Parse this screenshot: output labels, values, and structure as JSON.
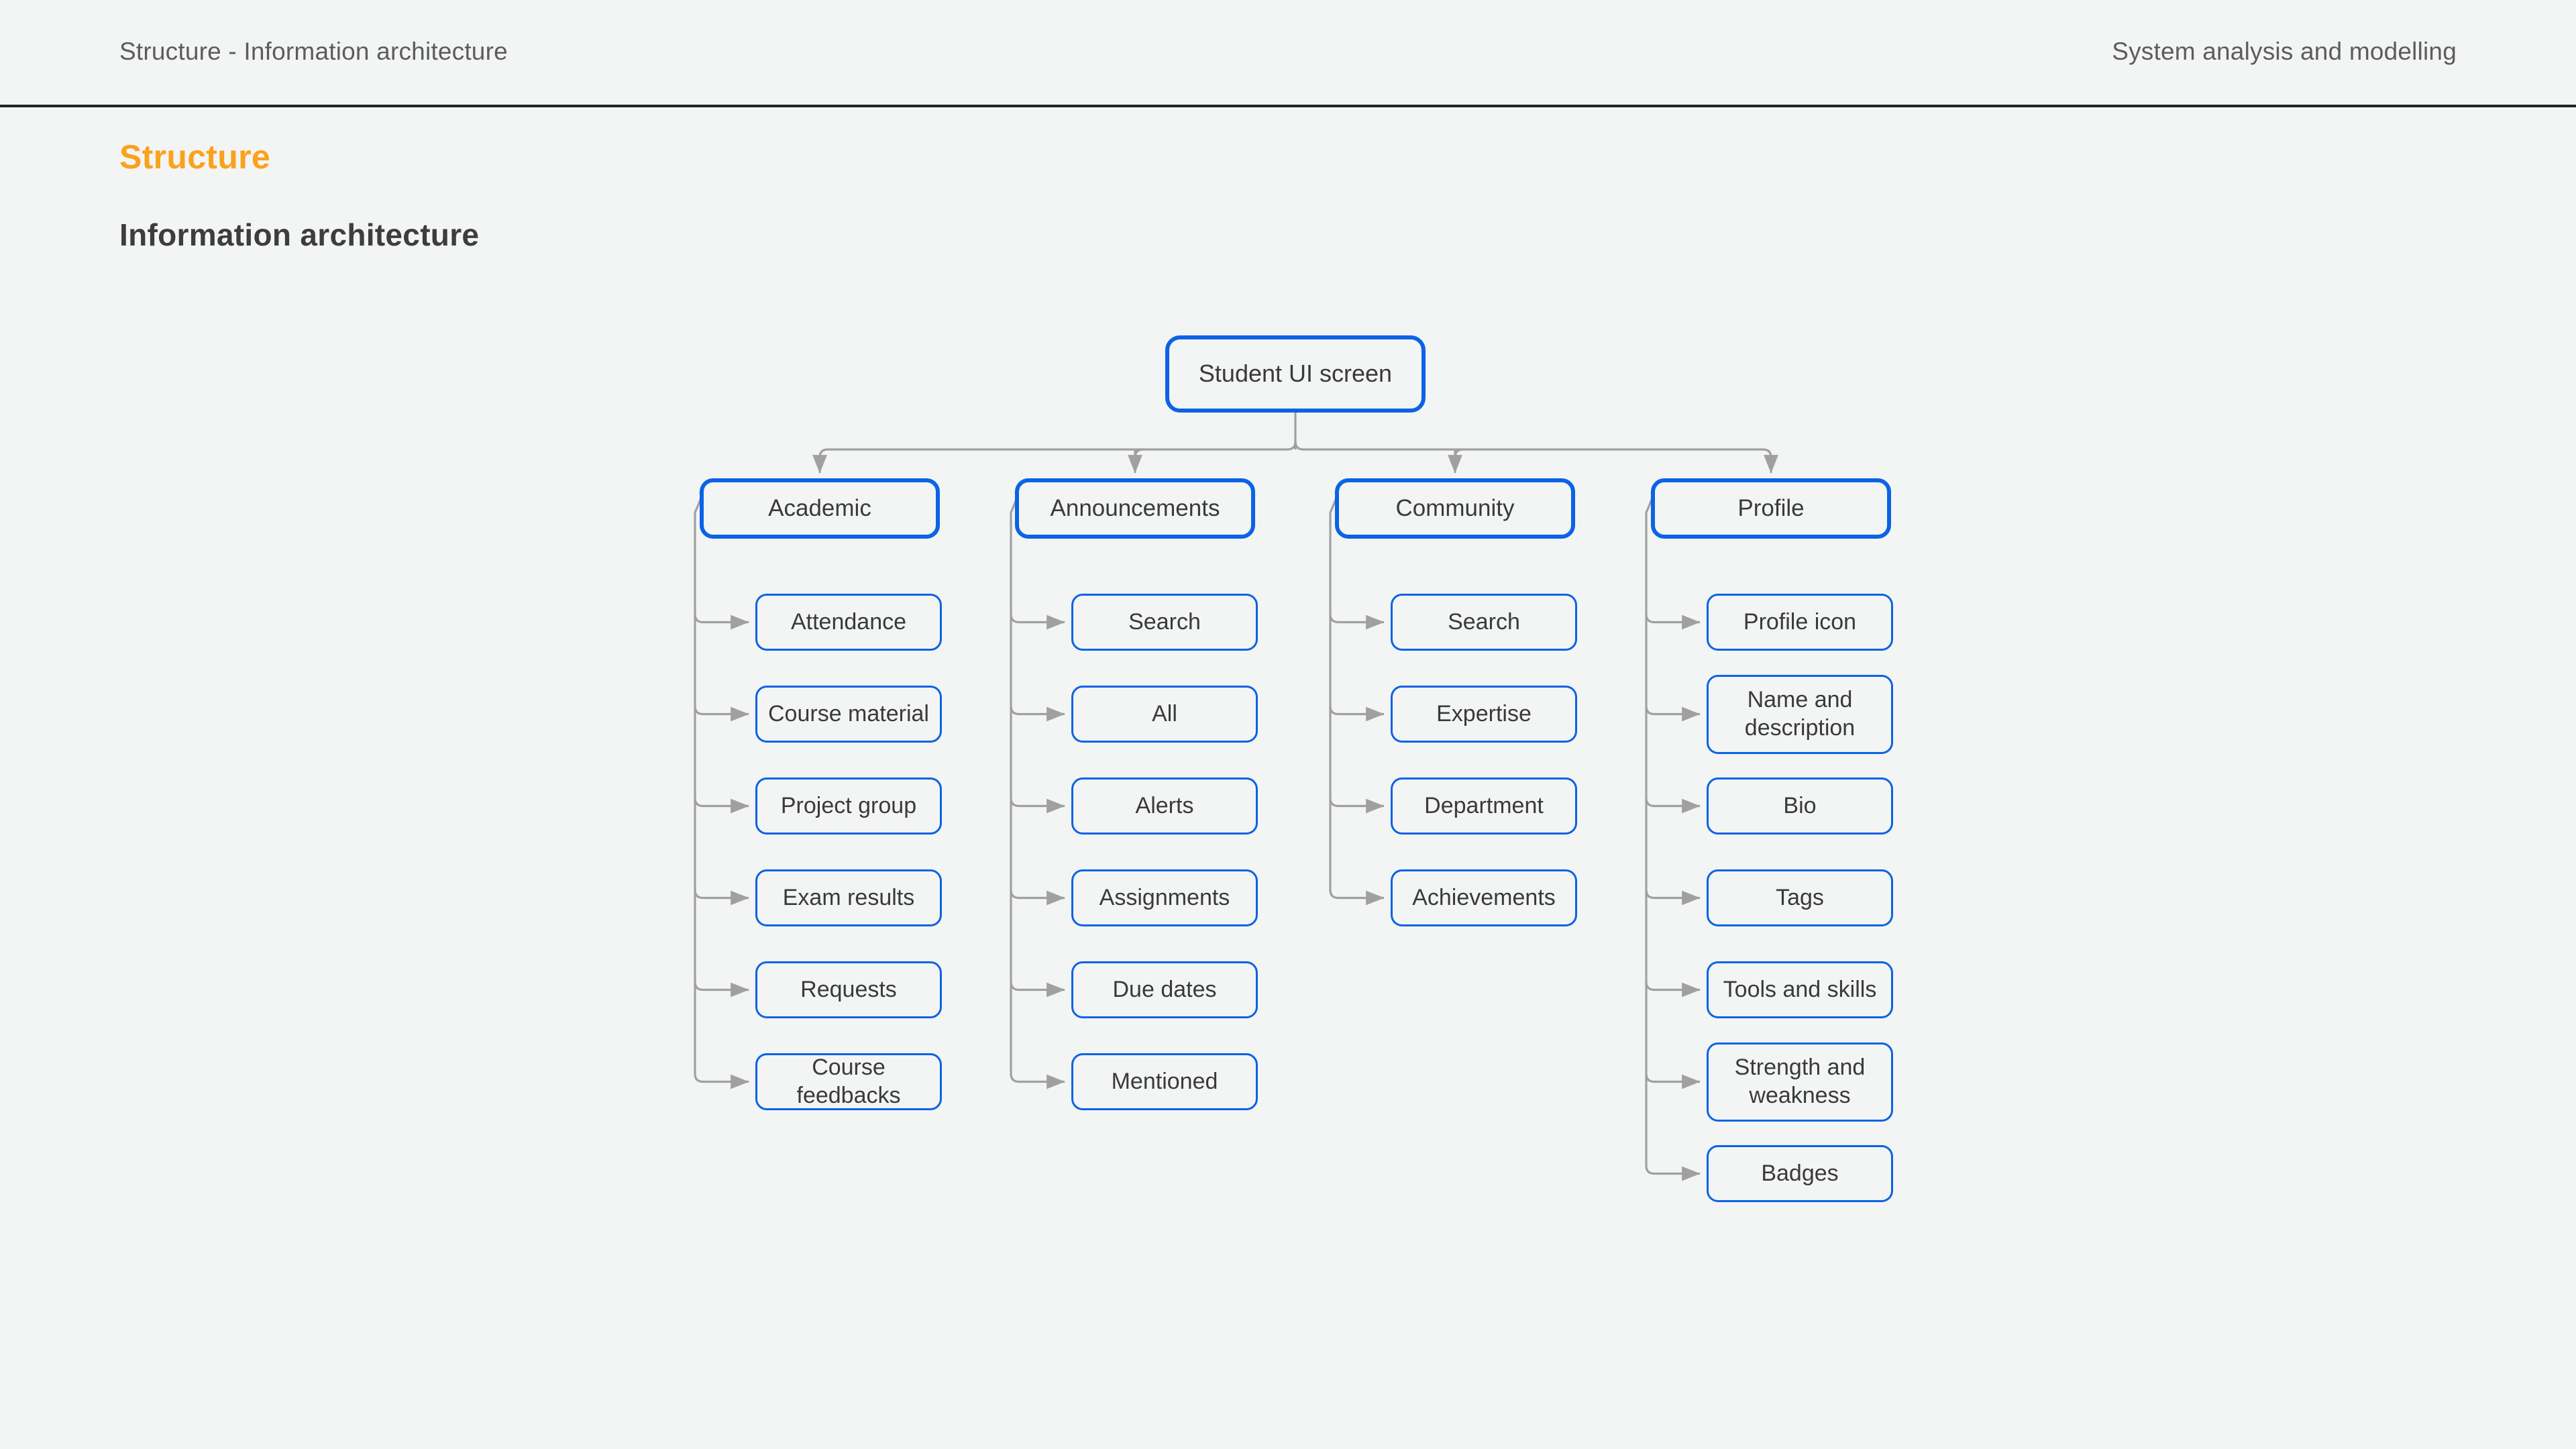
{
  "header": {
    "left_title": "Structure - Information architecture",
    "right_title": "System analysis and modelling"
  },
  "page": {
    "title": "Structure",
    "subtitle": "Information architecture",
    "accent_color": "#FAA21B",
    "node_color": "#0B63E5",
    "connector_color": "#A0A0A0",
    "background_color": "#F3F4F4"
  },
  "diagram": {
    "type": "information-architecture-tree",
    "root": {
      "label": "Student UI screen"
    },
    "branches": [
      {
        "label": "Academic",
        "children": [
          {
            "label": "Attendance"
          },
          {
            "label": "Course material"
          },
          {
            "label": "Project group"
          },
          {
            "label": "Exam results"
          },
          {
            "label": "Requests"
          },
          {
            "label": "Course feedbacks"
          }
        ]
      },
      {
        "label": "Announcements",
        "children": [
          {
            "label": "Search"
          },
          {
            "label": "All"
          },
          {
            "label": "Alerts"
          },
          {
            "label": "Assignments"
          },
          {
            "label": "Due dates"
          },
          {
            "label": "Mentioned"
          }
        ]
      },
      {
        "label": "Community",
        "children": [
          {
            "label": "Search"
          },
          {
            "label": "Expertise"
          },
          {
            "label": "Department"
          },
          {
            "label": "Achievements"
          }
        ]
      },
      {
        "label": "Profile",
        "children": [
          {
            "label": "Profile icon"
          },
          {
            "label": "Name and description"
          },
          {
            "label": "Bio"
          },
          {
            "label": "Tags"
          },
          {
            "label": "Tools and skills"
          },
          {
            "label": "Strength and weakness"
          },
          {
            "label": "Badges"
          }
        ]
      }
    ]
  }
}
